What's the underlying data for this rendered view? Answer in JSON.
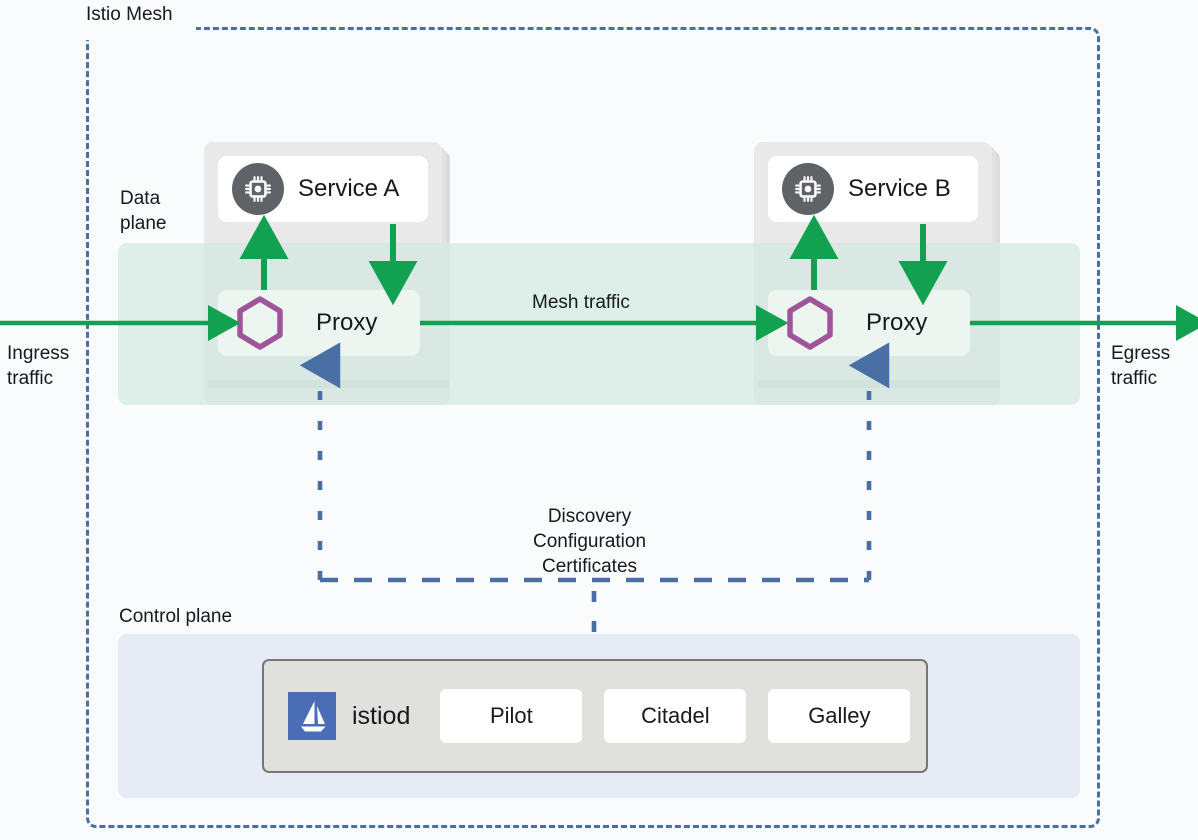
{
  "diagram": {
    "title": "Istio Mesh",
    "boundary_label": "Istio Mesh",
    "boundary_color": "#4a6fa5"
  },
  "planes": {
    "data_plane_label": "Data\nplane",
    "data_plane_color": "#deeee8",
    "control_plane_label": "Control plane",
    "control_plane_color": "#e7ebf6"
  },
  "traffic": {
    "ingress_label": "Ingress\ntraffic",
    "egress_label": "Egress\ntraffic",
    "mesh_label": "Mesh traffic",
    "arrow_color": "#12a150"
  },
  "control_signal": {
    "label": "Discovery\nConfiguration\nCertificates",
    "line_color": "#4a6fa5"
  },
  "pods": [
    {
      "id": "pod-a",
      "service_label": "Service A",
      "service_icon": "cpu-chip-icon",
      "proxy_label": "Proxy",
      "proxy_icon": "hexagon-envoy-icon",
      "hexagon_color": "#a0559b"
    },
    {
      "id": "pod-b",
      "service_label": "Service B",
      "service_icon": "cpu-chip-icon",
      "proxy_label": "Proxy",
      "proxy_icon": "hexagon-envoy-icon",
      "hexagon_color": "#a0559b"
    }
  ],
  "istiod": {
    "name": "istiod",
    "logo_icon": "istio-sailboat-icon",
    "logo_color": "#4a6db5",
    "components": [
      {
        "label": "Pilot"
      },
      {
        "label": "Citadel"
      },
      {
        "label": "Galley"
      }
    ]
  }
}
